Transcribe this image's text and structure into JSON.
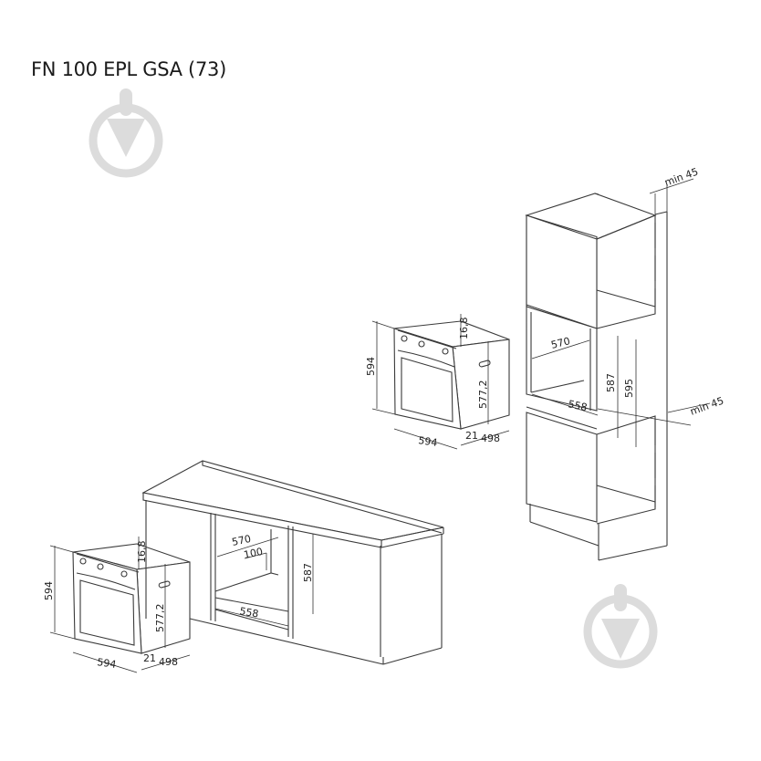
{
  "title": "FN 100 EPL GSA (73)",
  "watermark": {
    "icon": "trowel-circle-watermark",
    "color": "#dcdcdc"
  },
  "colors": {
    "line": "#3a3a3a",
    "text": "#1a1a1a",
    "background": "#ffffff"
  },
  "oven_views": {
    "upper": {
      "height": "594",
      "width": "594",
      "depth": "498",
      "panel_thickness": "21",
      "top_offset": "16,8",
      "body_height": "577,2"
    },
    "lower": {
      "height": "594",
      "width": "594",
      "depth": "498",
      "panel_thickness": "21",
      "top_offset": "16,8",
      "body_height": "577,2"
    }
  },
  "under_counter_niche": {
    "width_inner": "570",
    "rear_gap": "100",
    "height": "587",
    "depth": "558"
  },
  "tall_column_niche": {
    "width_inner": "570",
    "depth": "558",
    "height_min": "587",
    "height_max": "595",
    "top_ventilation": "min 45",
    "bottom_ventilation": "min 45"
  }
}
